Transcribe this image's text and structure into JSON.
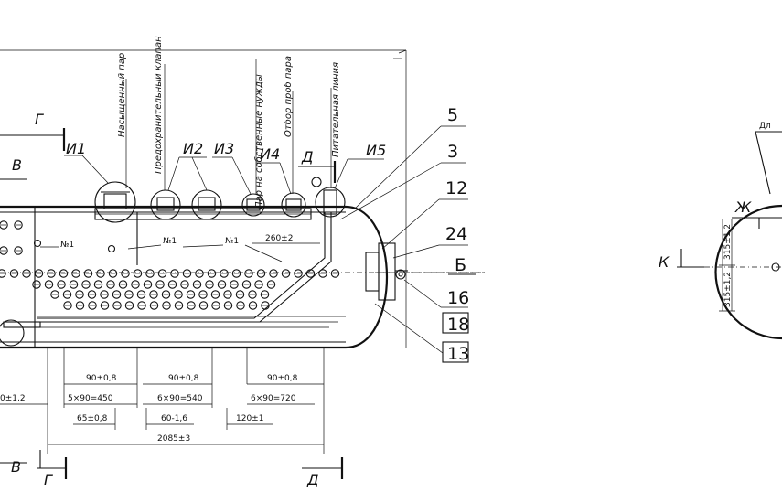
{
  "drawing": {
    "callouts": [
      "5",
      "3",
      "12",
      "24",
      "16",
      "18",
      "13"
    ],
    "nodes": [
      "И1",
      "И2",
      "И3",
      "И4",
      "И5"
    ],
    "node_markers": [
      "№1",
      "№1",
      "№1"
    ],
    "nozzles": [
      "Насыщенный пар",
      "Предохранительный клапан",
      "Пар на собственные нужды",
      "Отбор проб пара",
      "Питательная линия"
    ],
    "section_letters": {
      "g": "Г",
      "v": "В",
      "d": "Д",
      "b": "Б",
      "zh": "Ж",
      "k": "К"
    },
    "dims": {
      "d260": "260±2",
      "d90a": "90±0,8",
      "d90b": "90±0,8",
      "d90c": "90±0,8",
      "d450": "5×90=450",
      "d540": "6×90=540",
      "d720": "6×90=720",
      "d65": "65±0,8",
      "d60": "60-1,6",
      "d120": "120±1",
      "d2085": "2085±3",
      "dleft": "0±1,2",
      "d315a": "315±1,2",
      "d315b": "315±1,2",
      "top_partial": "Дл"
    }
  }
}
